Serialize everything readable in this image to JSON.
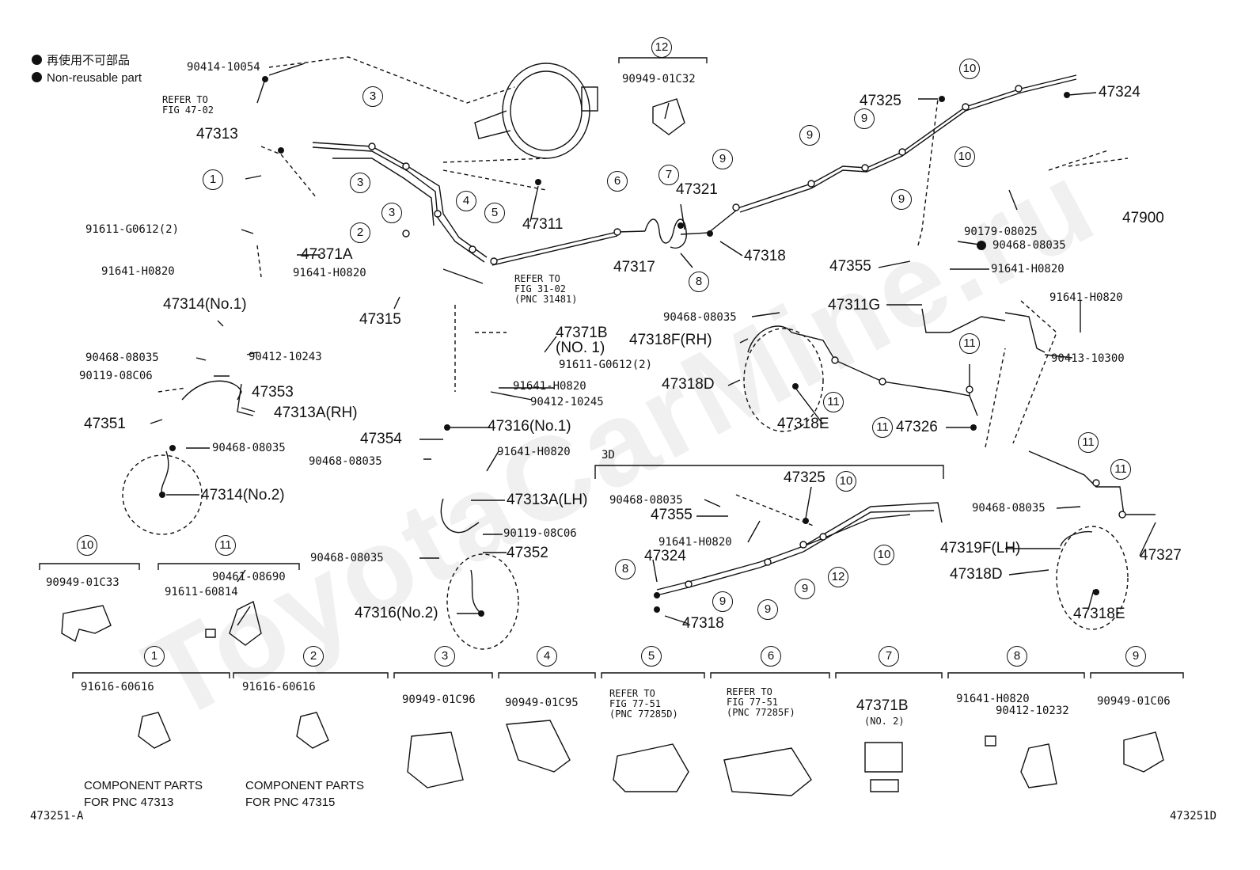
{
  "legend": {
    "line1": "再使用不可部品",
    "line2": "Non-reusable part"
  },
  "watermark": "ToyotaCarMine.ru",
  "labels": {
    "p90414": "90414-10054",
    "refer4702": "REFER TO\nFIG 47-02",
    "p47313": "47313",
    "p91611a": "91611-G0612(2)",
    "p47371a": "47371A",
    "p91641a": "91641-H0820",
    "p91641b": "91641-H0820",
    "p47314n1": "47314(No.1)",
    "p90412a": "90412-10243",
    "p90468a": "90468-08035",
    "p90119a": "90119-08C06",
    "p47353": "47353",
    "p47313arh": "47313A(RH)",
    "p47351": "47351",
    "p90468b": "90468-08035",
    "p47314n2": "47314(No.2)",
    "p47311": "47311",
    "p47315": "47315",
    "refer3102": "REFER TO\nFIG 31-02\n(PNC 31481)",
    "p47371b": "47371B\n(NO. 1)",
    "p91611b": "91611-G0612(2)",
    "p91641c": "91641-H0820",
    "p90412b": "90412-10245",
    "p47316n1": "47316(No.1)",
    "p47354": "47354",
    "p90468c": "90468-08035",
    "p91641d": "91641-H0820",
    "p47313alh": "47313A(LH)",
    "p90119b": "90119-08C06",
    "p90468d": "90468-08035",
    "p47352": "47352",
    "p47316n2": "47316(No.2)",
    "p90949c32": "90949-01C32",
    "p47321": "47321",
    "p47317": "47317",
    "p47318a": "47318",
    "p47325a": "47325",
    "p47324a": "47324",
    "p47900": "47900",
    "p90179": "90179-08025",
    "p90468e": "90468-08035",
    "p47355a": "47355",
    "p91641e": "91641-H0820",
    "p47311g": "47311G",
    "p91641f": "91641-H0820",
    "p90413": "90413-10300",
    "p90468f": "90468-08035",
    "p47318f": "47318F(RH)",
    "p47318d1": "47318D",
    "p47318e1": "47318E",
    "p47326": "47326",
    "lbl3d": "3D",
    "p47325b": "47325",
    "p90468g": "90468-08035",
    "p47355b": "47355",
    "p91641g": "91641-H0820",
    "p47324b": "47324",
    "p47318b": "47318",
    "p90468h": "90468-08035",
    "p47319f": "47319F(LH)",
    "p47318d2": "47318D",
    "p47327": "47327",
    "p47318e2": "47318E",
    "p90949c33": "90949-01C33",
    "p90461": "90461-08690",
    "p91611c": "91611-60814",
    "p91616a": "91616-60616",
    "comp47313": "COMPONENT PARTS\nFOR PNC 47313",
    "p91616b": "91616-60616",
    "comp47315": "COMPONENT PARTS\nFOR PNC 47315",
    "p90949c96": "90949-01C96",
    "p90949c95": "90949-01C95",
    "refer7751d": "REFER TO\nFIG 77-51\n(PNC 77285D)",
    "refer7751f": "REFER TO\nFIG 77-51\n(PNC 77285F)",
    "p47371b2": "47371B",
    "p47371b2sub": "(NO. 2)",
    "p91641h": "91641-H0820",
    "p90412c": "90412-10232",
    "p90949c06": "90949-01C06",
    "figLeft": "473251-A",
    "figRight": "473251D"
  },
  "callouts": {
    "c1": "1",
    "c2": "2",
    "c3a": "3",
    "c3b": "3",
    "c3c": "3",
    "c4": "4",
    "c5": "5",
    "c6": "6",
    "c7": "7",
    "c8": "8",
    "c9a": "9",
    "c9b": "9",
    "c9c": "9",
    "c9d": "9",
    "c10a": "10",
    "c10b": "10",
    "c11a": "11",
    "c11b": "11",
    "c11c": "11",
    "c11d": "11",
    "c11e": "11",
    "c12": "12",
    "c8b": "8",
    "c9e": "9",
    "c9f": "9",
    "c9g": "9",
    "c10c": "10",
    "c10d": "10",
    "c12b": "12",
    "k10": "10",
    "k11": "11",
    "k1": "1",
    "k2": "2",
    "k3": "3",
    "k4": "4",
    "k5": "5",
    "k6": "6",
    "k7": "7",
    "k8": "8",
    "k9": "9"
  }
}
